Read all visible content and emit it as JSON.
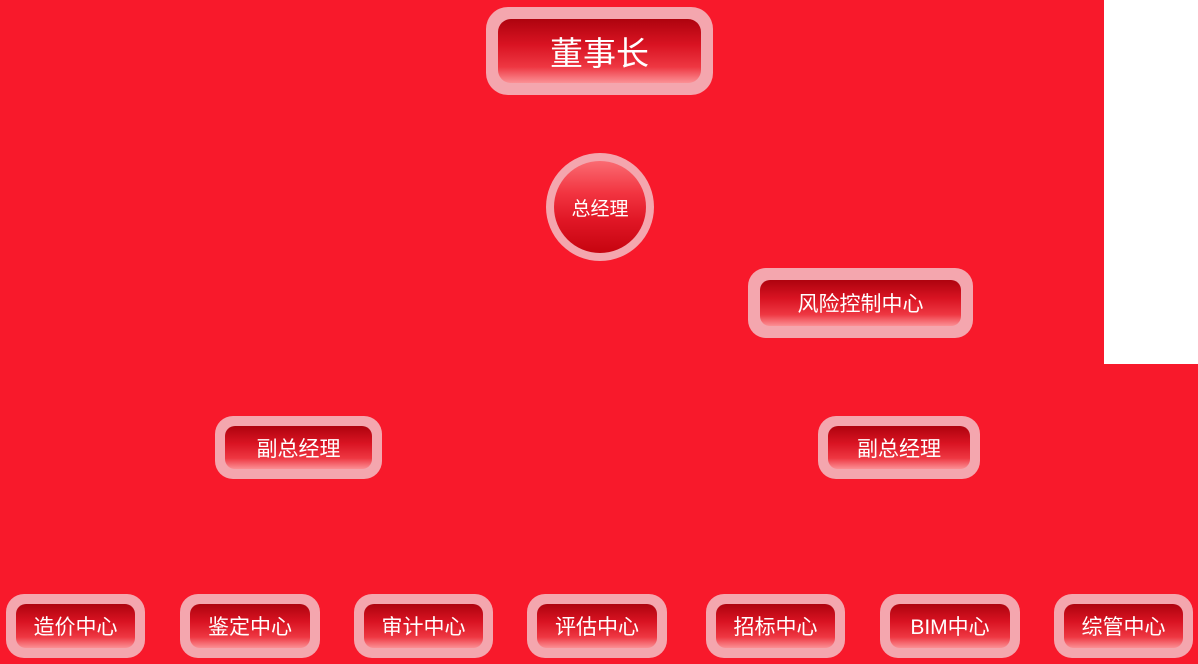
{
  "colors": {
    "background": "#f8192b",
    "node_border_pink": "#f4a6ae",
    "button_gradient_top": "#ae030e",
    "button_gradient_bottom": "#fb9095",
    "circle_gradient_top": "#fa6b72",
    "circle_gradient_bottom": "#c6040f",
    "label_text": "#ffffff",
    "side_panel": "#ffffff"
  },
  "chart_data": {
    "type": "org-chart",
    "levels": [
      {
        "level": 1,
        "nodes": [
          "董事长"
        ]
      },
      {
        "level": 2,
        "nodes": [
          "总经理"
        ]
      },
      {
        "level": 3,
        "nodes": [
          "风险控制中心"
        ]
      },
      {
        "level": 4,
        "nodes": [
          "副总经理",
          "副总经理"
        ]
      },
      {
        "level": 5,
        "nodes": [
          "造价中心",
          "鉴定中心",
          "审计中心",
          "评估中心",
          "招标中心",
          "BIM中心",
          "综管中心"
        ]
      }
    ]
  },
  "nodes": {
    "chairman": {
      "label": "董事长",
      "shape": "rounded-rect"
    },
    "general_manager": {
      "label": "总经理",
      "shape": "circle"
    },
    "risk_control_center": {
      "label": "风险控制中心",
      "shape": "rounded-rect"
    },
    "deputy_gm_left": {
      "label": "副总经理",
      "shape": "rounded-rect"
    },
    "deputy_gm_right": {
      "label": "副总经理",
      "shape": "rounded-rect"
    }
  },
  "departments": [
    {
      "label": "造价中心"
    },
    {
      "label": "鉴定中心"
    },
    {
      "label": "审计中心"
    },
    {
      "label": "评估中心"
    },
    {
      "label": "招标中心"
    },
    {
      "label": "BIM中心"
    },
    {
      "label": "综管中心"
    }
  ]
}
